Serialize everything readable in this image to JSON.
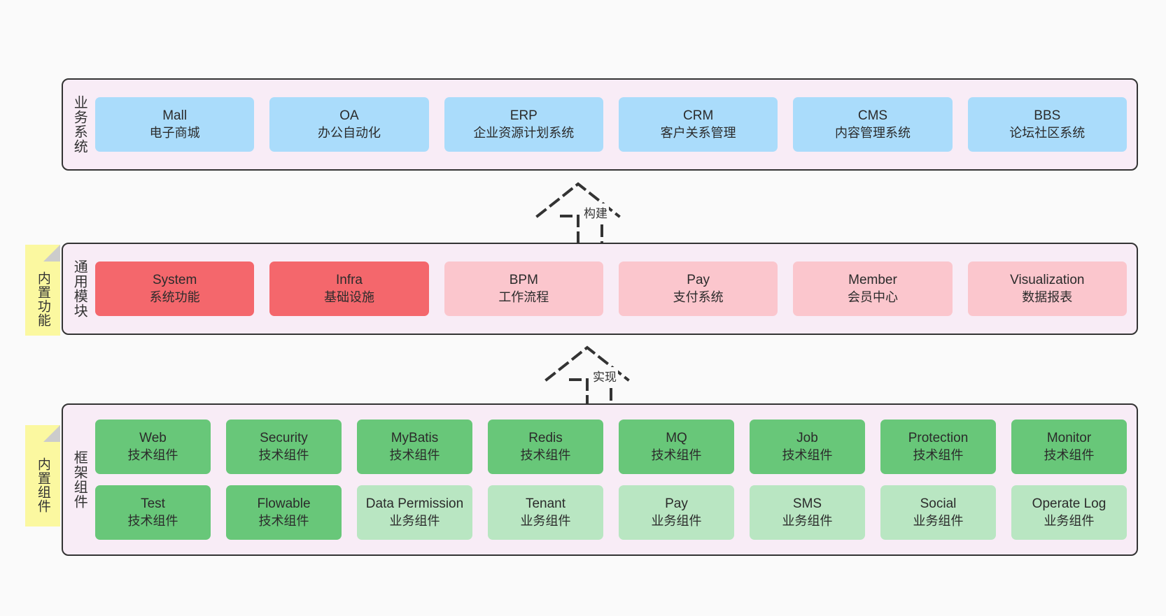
{
  "diagram": {
    "background": "#fafafa",
    "panel_bg": "#f8ecf6",
    "note_bg": "#fbf8a0",
    "colors": {
      "business": "#aadcfb",
      "module_core": "#f4676c",
      "module_optional": "#fbc6cd",
      "framework_tech": "#68c779",
      "framework_biz": "#b9e6c2",
      "border": "#333333"
    }
  },
  "layers": [
    {
      "id": "business",
      "title": "业务系统",
      "rows": [
        {
          "items": [
            {
              "name": "Mall",
              "desc": "电子商城",
              "style": "card-blue"
            },
            {
              "name": "OA",
              "desc": "办公自动化",
              "style": "card-blue"
            },
            {
              "name": "ERP",
              "desc": "企业资源计划系统",
              "style": "card-blue"
            },
            {
              "name": "CRM",
              "desc": "客户关系管理",
              "style": "card-blue"
            },
            {
              "name": "CMS",
              "desc": "内容管理系统",
              "style": "card-blue"
            },
            {
              "name": "BBS",
              "desc": "论坛社区系统",
              "style": "card-blue"
            }
          ]
        }
      ]
    },
    {
      "id": "modules",
      "title": "通用模块",
      "note": "内置功能",
      "rows": [
        {
          "items": [
            {
              "name": "System",
              "desc": "系统功能",
              "style": "card-red"
            },
            {
              "name": "Infra",
              "desc": "基础设施",
              "style": "card-red"
            },
            {
              "name": "BPM",
              "desc": "工作流程",
              "style": "card-pink"
            },
            {
              "name": "Pay",
              "desc": "支付系统",
              "style": "card-pink"
            },
            {
              "name": "Member",
              "desc": "会员中心",
              "style": "card-pink"
            },
            {
              "name": "Visualization",
              "desc": "数据报表",
              "style": "card-pink"
            }
          ]
        }
      ]
    },
    {
      "id": "framework",
      "title": "框架组件",
      "note": "内置组件",
      "rows": [
        {
          "items": [
            {
              "name": "Web",
              "desc": "技术组件",
              "style": "card-green"
            },
            {
              "name": "Security",
              "desc": "技术组件",
              "style": "card-green"
            },
            {
              "name": "MyBatis",
              "desc": "技术组件",
              "style": "card-green"
            },
            {
              "name": "Redis",
              "desc": "技术组件",
              "style": "card-green"
            },
            {
              "name": "MQ",
              "desc": "技术组件",
              "style": "card-green"
            },
            {
              "name": "Job",
              "desc": "技术组件",
              "style": "card-green"
            },
            {
              "name": "Protection",
              "desc": "技术组件",
              "style": "card-green"
            },
            {
              "name": "Monitor",
              "desc": "技术组件",
              "style": "card-green"
            }
          ]
        },
        {
          "items": [
            {
              "name": "Test",
              "desc": "技术组件",
              "style": "card-green"
            },
            {
              "name": "Flowable",
              "desc": "技术组件",
              "style": "card-green"
            },
            {
              "name": "Data Permission",
              "desc": "业务组件",
              "style": "card-lgreen"
            },
            {
              "name": "Tenant",
              "desc": "业务组件",
              "style": "card-lgreen"
            },
            {
              "name": "Pay",
              "desc": "业务组件",
              "style": "card-lgreen"
            },
            {
              "name": "SMS",
              "desc": "业务组件",
              "style": "card-lgreen"
            },
            {
              "name": "Social",
              "desc": "业务组件",
              "style": "card-lgreen"
            },
            {
              "name": "Operate Log",
              "desc": "业务组件",
              "style": "card-lgreen"
            }
          ]
        }
      ]
    }
  ],
  "connectors": [
    {
      "id": "build",
      "label": "构建"
    },
    {
      "id": "implement",
      "label": "实现"
    }
  ]
}
